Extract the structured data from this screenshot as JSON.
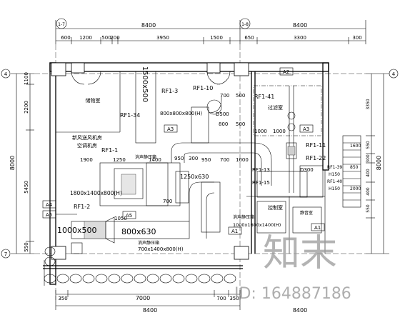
{
  "dims": {
    "top_total_left": "8400",
    "top_total_right": "8400",
    "top_segments": [
      "600",
      "1200",
      "500",
      "200",
      "3950",
      "1500",
      "650",
      "3300",
      "300"
    ],
    "bottom_segments": [
      "350",
      "7000",
      "700",
      "350"
    ],
    "bottom_total_left": "8400",
    "bottom_total_right": "8400",
    "left_segments": [
      "1100",
      "2200",
      "5450",
      "550"
    ],
    "left_total": "8000",
    "right_segments": [
      "3350",
      "550",
      "300",
      "400",
      "400",
      "550"
    ],
    "right_total": "8000"
  },
  "grid_labels": {
    "top_left": "1-7",
    "top_right": "1-8",
    "left_top": "4",
    "left_bottom": "7",
    "right_top": "4"
  },
  "rooms": {
    "room1": "储物室",
    "room2": "新风送风机房\n空调机房",
    "room3": "过滤室",
    "room4": "控制室",
    "room5": "静音室"
  },
  "labels": {
    "rf1_1": "RF1-1",
    "rf1_2": "RF1-2",
    "rf1_3": "RF1-3",
    "rf1_10": "RF1-10",
    "rf1_11": "RF1-11",
    "rf1_13": "RF1-13",
    "rf1_15": "RF1-15",
    "rf1_22": "RF1-22",
    "rf1_34": "RF1-34",
    "rf1_39": "RF1-39",
    "rf1_40": "RF1-40",
    "rf1_41": "RF1-41",
    "duct_1500x500": "1500x500",
    "duct_1000x500": "1000x500",
    "duct_800x630": "800x630",
    "duct_1250x630": "1250x630",
    "d500": "D500",
    "d300": "D300",
    "ahu_main": "1800x1400x800(H)",
    "ahu_top": "800x800x800(H)",
    "ahu_bottom": "700x1400x800(H)",
    "ahu_right": "1000x1600x1400(H)",
    "muffler_1": "消声静压箱",
    "muffler_2": "消声静压箱",
    "muffler_3": "消声静压箱",
    "h150_a": "H150",
    "h150_b": "H150",
    "a1": "A1",
    "a1_b": "A1",
    "a2": "A2",
    "a3": "A3",
    "a3_b": "A3",
    "a4": "A4",
    "a5": "A5",
    "a5_b": "A5"
  },
  "mid_dims": [
    "700",
    "500",
    "950",
    "300",
    "1000",
    "1000",
    "1900",
    "1250",
    "1400",
    "950",
    "700",
    "1000",
    "1600",
    "850",
    "2000",
    "700",
    "1050",
    "800",
    "500"
  ],
  "watermark": {
    "brand": "知末",
    "id_text": "ID: 164887186"
  }
}
